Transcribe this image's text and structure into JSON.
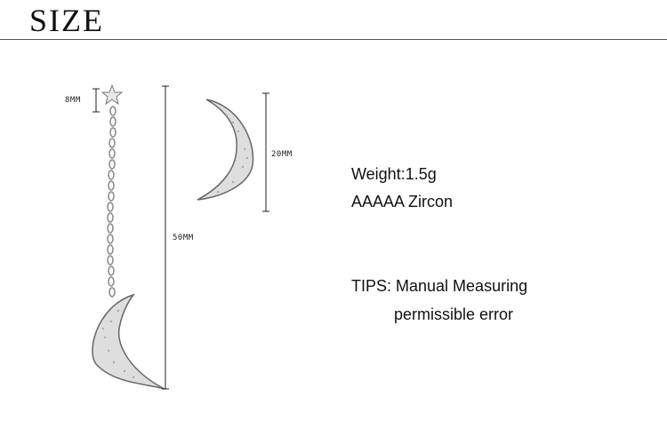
{
  "header": {
    "title": "SIZE"
  },
  "dimensions": {
    "star": "8MM",
    "drop_length": "50MM",
    "stud_moon": "20MM"
  },
  "specs": {
    "weight": "Weight:1.5g",
    "material": "AAAAA Zircon"
  },
  "tips": {
    "line1": "TIPS: Manual Measuring",
    "line2": "permissible error"
  }
}
